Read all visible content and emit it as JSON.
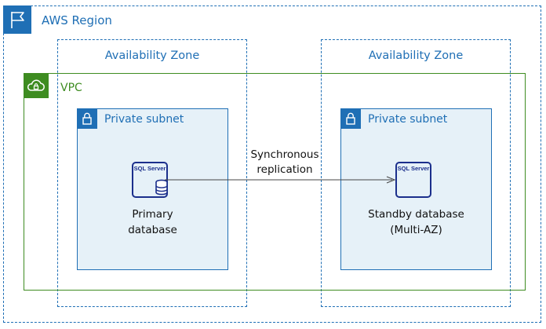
{
  "region": {
    "label": "AWS Region",
    "icon": "flag-icon"
  },
  "availability_zones": [
    {
      "label": "Availability Zone"
    },
    {
      "label": "Availability Zone"
    }
  ],
  "vpc": {
    "label": "VPC",
    "icon": "cloud-lock-icon"
  },
  "subnets": [
    {
      "label": "Private subnet",
      "icon": "lock-icon"
    },
    {
      "label": "Private subnet",
      "icon": "lock-icon"
    }
  ],
  "primary_db": {
    "icon_text": "SQL Server",
    "caption_line1": "Primary",
    "caption_line2": "database"
  },
  "standby_db": {
    "icon_text": "SQL Server",
    "caption_line1": "Standby database",
    "caption_line2": "(Multi-AZ)"
  },
  "replication": {
    "line1": "Synchronous",
    "line2": "replication"
  },
  "colors": {
    "aws_blue": "#1f6fb5",
    "vpc_green": "#3e8c21",
    "subnet_fill": "#e6f1f8",
    "icon_navy": "#1b2f8c"
  }
}
